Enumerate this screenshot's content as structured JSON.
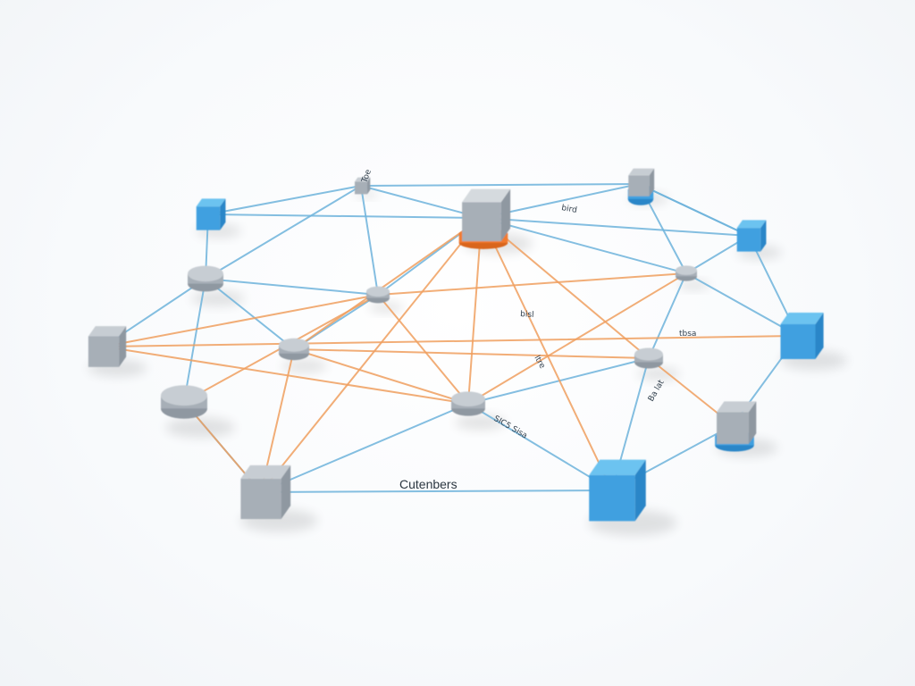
{
  "diagram": {
    "type": "network-graph",
    "colors": {
      "background": "#fdfefe",
      "edge_blue": "#6fb4dc",
      "edge_orange": "#f0a060",
      "node_blue_top": "#6cc3f0",
      "node_blue_front": "#3fa0e0",
      "node_blue_side": "#2a86c8",
      "node_gray_top": "#c7cdd3",
      "node_gray_front": "#a7afb7",
      "node_gray_side": "#8f98a1",
      "highlight_orange": "#f27a2e"
    },
    "labels": {
      "main": "Cutenbers",
      "edge_1": "bisl",
      "edge_2": "tbsa",
      "edge_3": "ltre",
      "edge_4": "bird",
      "edge_5": "Ba lat",
      "edge_6": "SIC5 Sisa",
      "edge_7": "Toe"
    },
    "node_kinds": {
      "n1": "blue-cube",
      "n2": "gray-cube",
      "n3": "gray-cube-orange-base",
      "n4": "gray-cube-blue-base",
      "n5": "blue-cube",
      "n6": "gray-disk",
      "n7": "gray-disk",
      "n8": "gray-cube",
      "n9": "gray-disk",
      "n10": "gray-disk",
      "n11": "gray-disk",
      "n12": "blue-cube",
      "n13": "gray-disk",
      "n14": "gray-disk",
      "n15": "gray-cube-blue-base",
      "n16": "gray-cube",
      "n17": "blue-cube"
    }
  }
}
